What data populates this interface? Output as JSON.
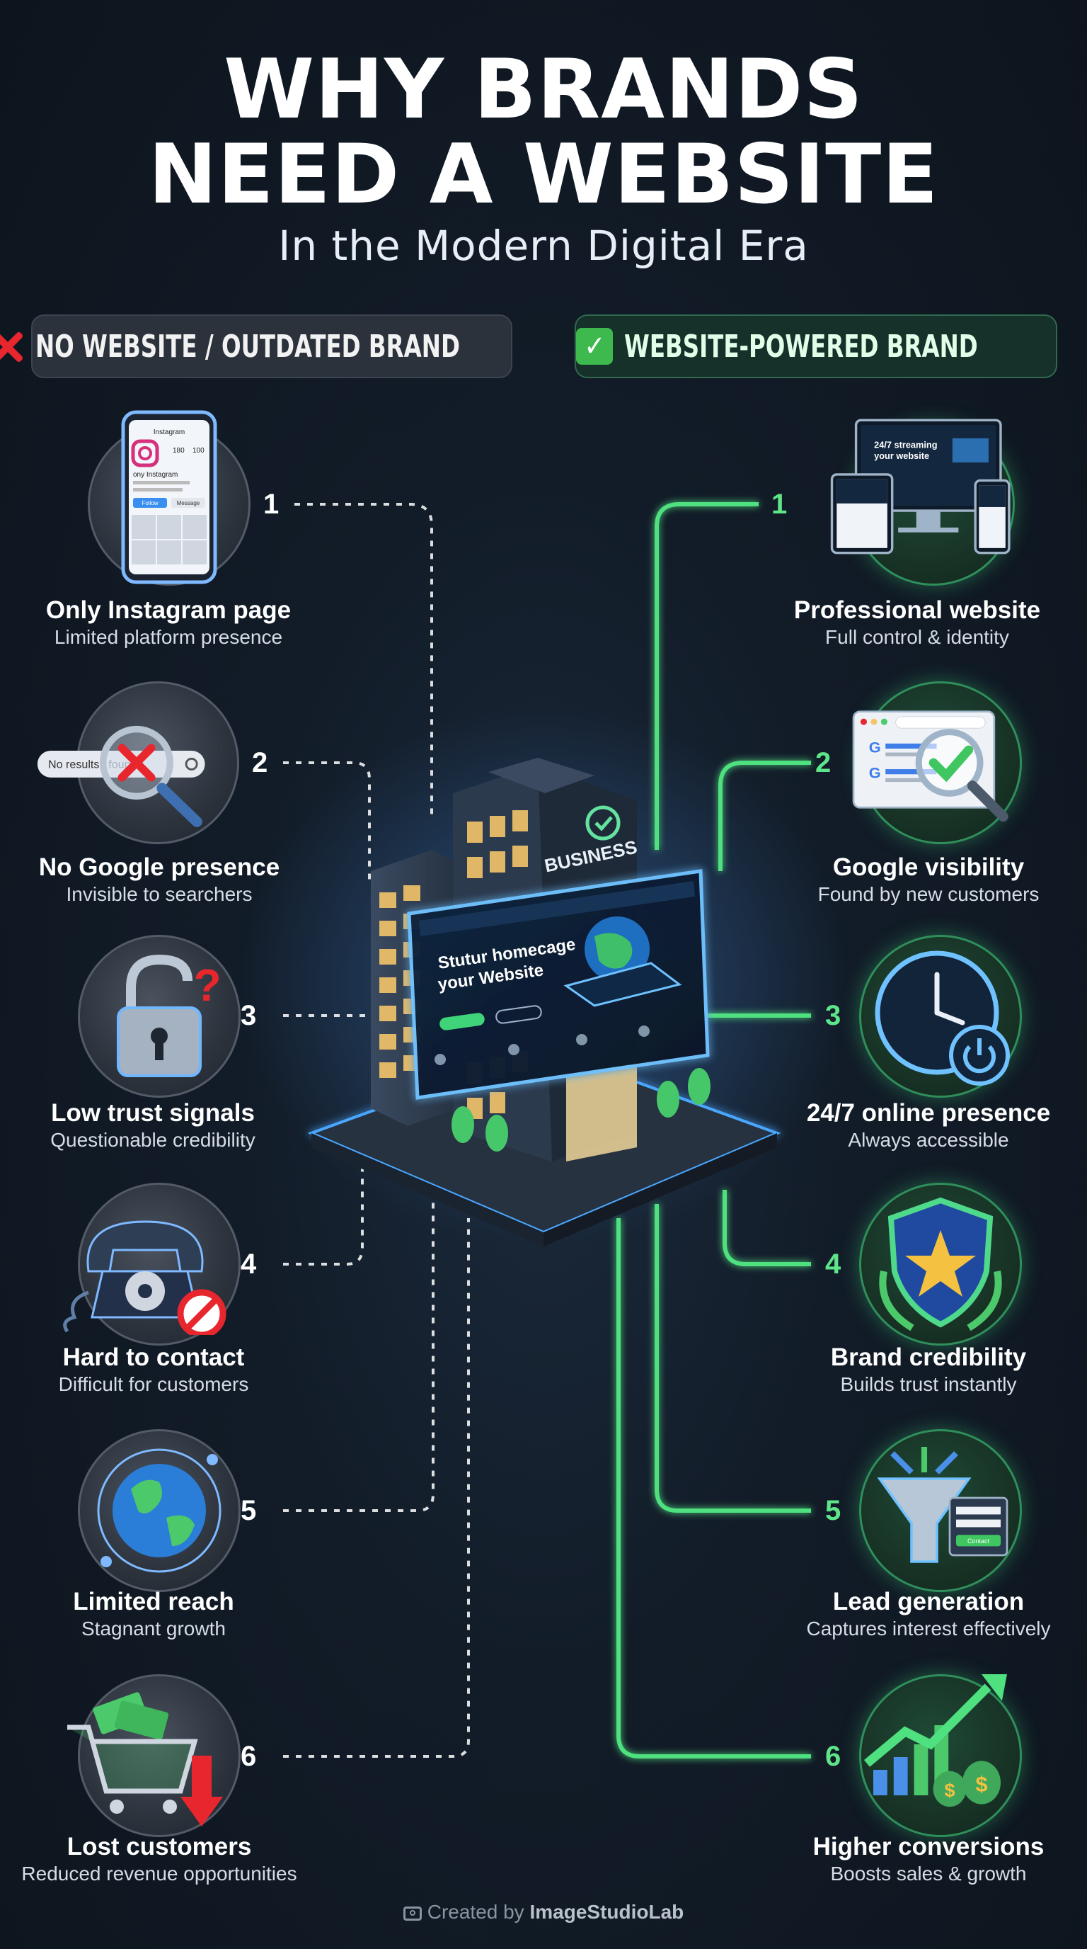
{
  "title": {
    "line1": "WHY BRANDS",
    "line2": "NEED A WEBSITE",
    "subtitle": "In the Modern Digital Era"
  },
  "headers": {
    "left": "NO WEBSITE / OUTDATED BRAND",
    "right": "WEBSITE-POWERED BRAND"
  },
  "left_items": [
    {
      "num": "1",
      "name": "Only Instagram page",
      "desc": "Limited platform presence",
      "icon": "instagram-phone-icon"
    },
    {
      "num": "2",
      "name": "No Google presence",
      "desc": "Invisible to searchers",
      "icon": "no-results-search-icon"
    },
    {
      "num": "3",
      "name": "Low trust signals",
      "desc": "Questionable credibility",
      "icon": "open-padlock-question-icon"
    },
    {
      "num": "4",
      "name": "Hard to contact",
      "desc": "Difficult for customers",
      "icon": "blocked-telephone-icon"
    },
    {
      "num": "5",
      "name": "Limited reach",
      "desc": "Stagnant growth",
      "icon": "globe-icon"
    },
    {
      "num": "6",
      "name": "Lost customers",
      "desc": "Reduced revenue opportunities",
      "icon": "cart-down-arrow-icon"
    }
  ],
  "right_items": [
    {
      "num": "1",
      "name": "Professional website",
      "desc": "Full control & identity",
      "icon": "multi-device-website-icon"
    },
    {
      "num": "2",
      "name": "Google visibility",
      "desc": "Found by new customers",
      "icon": "search-checkmark-icon"
    },
    {
      "num": "3",
      "name": "24/7 online presence",
      "desc": "Always accessible",
      "icon": "clock-power-icon"
    },
    {
      "num": "4",
      "name": "Brand credibility",
      "desc": "Builds trust instantly",
      "icon": "shield-star-icon"
    },
    {
      "num": "5",
      "name": "Lead generation",
      "desc": "Captures interest effectively",
      "icon": "funnel-form-icon"
    },
    {
      "num": "6",
      "name": "Higher conversions",
      "desc": "Boosts sales & growth",
      "icon": "growth-chart-money-icon"
    }
  ],
  "center": {
    "building_sign": "BUSINESS",
    "screen_headline_1": "Stutur homecage",
    "screen_headline_2": "your Website"
  },
  "phone": {
    "app": "Instagram",
    "stat1": "180",
    "stat2": "100",
    "button": "Follow",
    "button2": "Message",
    "bio": "ony Instagram"
  },
  "search_box": {
    "text": "No results",
    "faded": "foun"
  },
  "monitor": {
    "headline": "24/7 streaming",
    "headline2": "your website"
  },
  "form": {
    "button": "Contact"
  },
  "footer": {
    "prefix": "Created by",
    "brand": "ImageStudioLab"
  },
  "colors": {
    "background": "#121c28",
    "green_accent": "#5ee58a",
    "blue_line": "#3aa3ff",
    "red_x": "#e8262e"
  }
}
